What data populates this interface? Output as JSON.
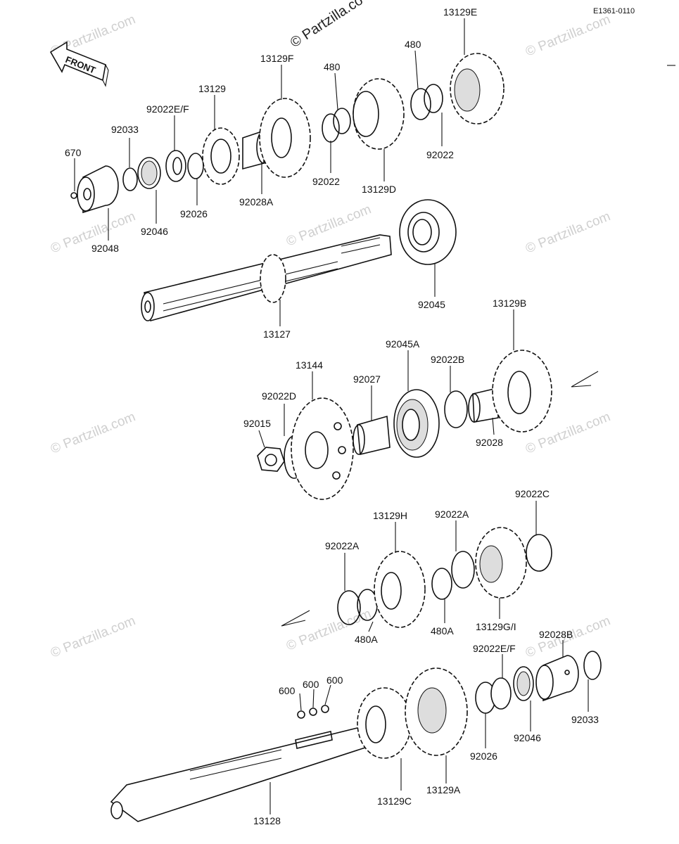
{
  "diagram_code": "E1361-0110",
  "front_label": "FRONT",
  "watermark": "© Partzilla.com",
  "watermark_top": "© Partzilla.co",
  "parts": [
    "670",
    "92033",
    "92022E/F",
    "13129",
    "13129F",
    "480",
    "13129E",
    "480",
    "92022",
    "92022",
    "13129D",
    "92028A",
    "92026",
    "92046",
    "92048",
    "92045",
    "13127",
    "13144",
    "92022D",
    "92015",
    "92027",
    "92045A",
    "92022B",
    "13129B",
    "92028",
    "92022C",
    "13129H",
    "92022A",
    "92022A",
    "480A",
    "480A",
    "13129G/I",
    "92022E/F",
    "92028B",
    "600",
    "600",
    "600",
    "92026",
    "92046",
    "92033",
    "13129C",
    "13129A",
    "13128"
  ]
}
